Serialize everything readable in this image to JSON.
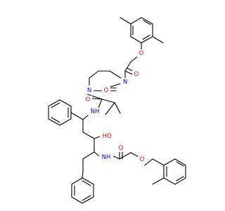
{
  "molecule": {
    "colors": {
      "bond": "#000000",
      "oxygen": "#ff0000",
      "nitrogen": "#0000ff"
    },
    "atoms": [
      {
        "id": "o_ether_top",
        "text": "O",
        "element": "O"
      },
      {
        "id": "o_carbonyl_acyl",
        "text": "O",
        "element": "O"
      },
      {
        "id": "n_ring_1",
        "text": "N",
        "element": "N"
      },
      {
        "id": "o_urea",
        "text": "O",
        "element": "O"
      },
      {
        "id": "n_ring_2",
        "text": "N",
        "element": "N"
      },
      {
        "id": "o_amide_1",
        "text": "O",
        "element": "O"
      },
      {
        "id": "nh_amide_1",
        "text": "NH",
        "element": "N"
      },
      {
        "id": "ho_hydroxyl",
        "text": "HO",
        "element": "O"
      },
      {
        "id": "o_amide_2",
        "text": "O",
        "element": "O"
      },
      {
        "id": "o_ether_bottom",
        "text": "O",
        "element": "O"
      },
      {
        "id": "nh_amide_2",
        "text": "NH",
        "element": "N"
      }
    ]
  }
}
